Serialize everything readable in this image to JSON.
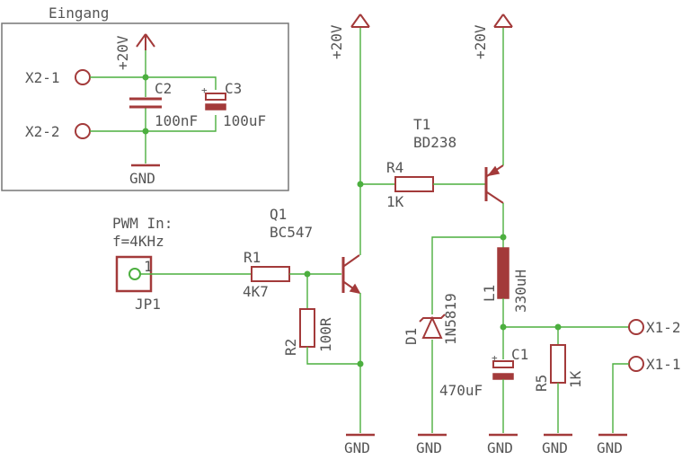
{
  "input_block": {
    "title": "Eingang",
    "x2_1": "X2-1",
    "x2_2": "X2-2",
    "supply": "+20V",
    "c2_name": "C2",
    "c2_value": "100nF",
    "c3_name": "C3",
    "c3_value": "100uF",
    "gnd": "GND"
  },
  "pwm": {
    "line1": "PWM In:",
    "line2": "f=4KHz",
    "pin": "1",
    "jp_name": "JP1"
  },
  "r1": {
    "name": "R1",
    "value": "4K7"
  },
  "r2": {
    "name": "R2",
    "value": "100R"
  },
  "q1": {
    "name": "Q1",
    "part": "BC547"
  },
  "r4": {
    "name": "R4",
    "value": "1K"
  },
  "t1": {
    "name": "T1",
    "part": "BD238"
  },
  "l1": {
    "name": "L1",
    "value": "330uH"
  },
  "d1": {
    "name": "D1",
    "part": "1N5819"
  },
  "c1": {
    "name": "C1",
    "value": "470uF"
  },
  "r5": {
    "name": "R5",
    "value": "1K"
  },
  "outputs": {
    "x1_2": "X1-2",
    "x1_1": "X1-1"
  },
  "rails": {
    "supply_q1": "+20V",
    "supply_t1": "+20V",
    "gnd_q1": "GND",
    "gnd_d1": "GND",
    "gnd_c1": "GND",
    "gnd_r5": "GND",
    "gnd_x1": "GND"
  },
  "colors": {
    "wire": "#4caf3f",
    "symbol": "#a33a3a",
    "text": "#555555",
    "frame": "#777777"
  }
}
